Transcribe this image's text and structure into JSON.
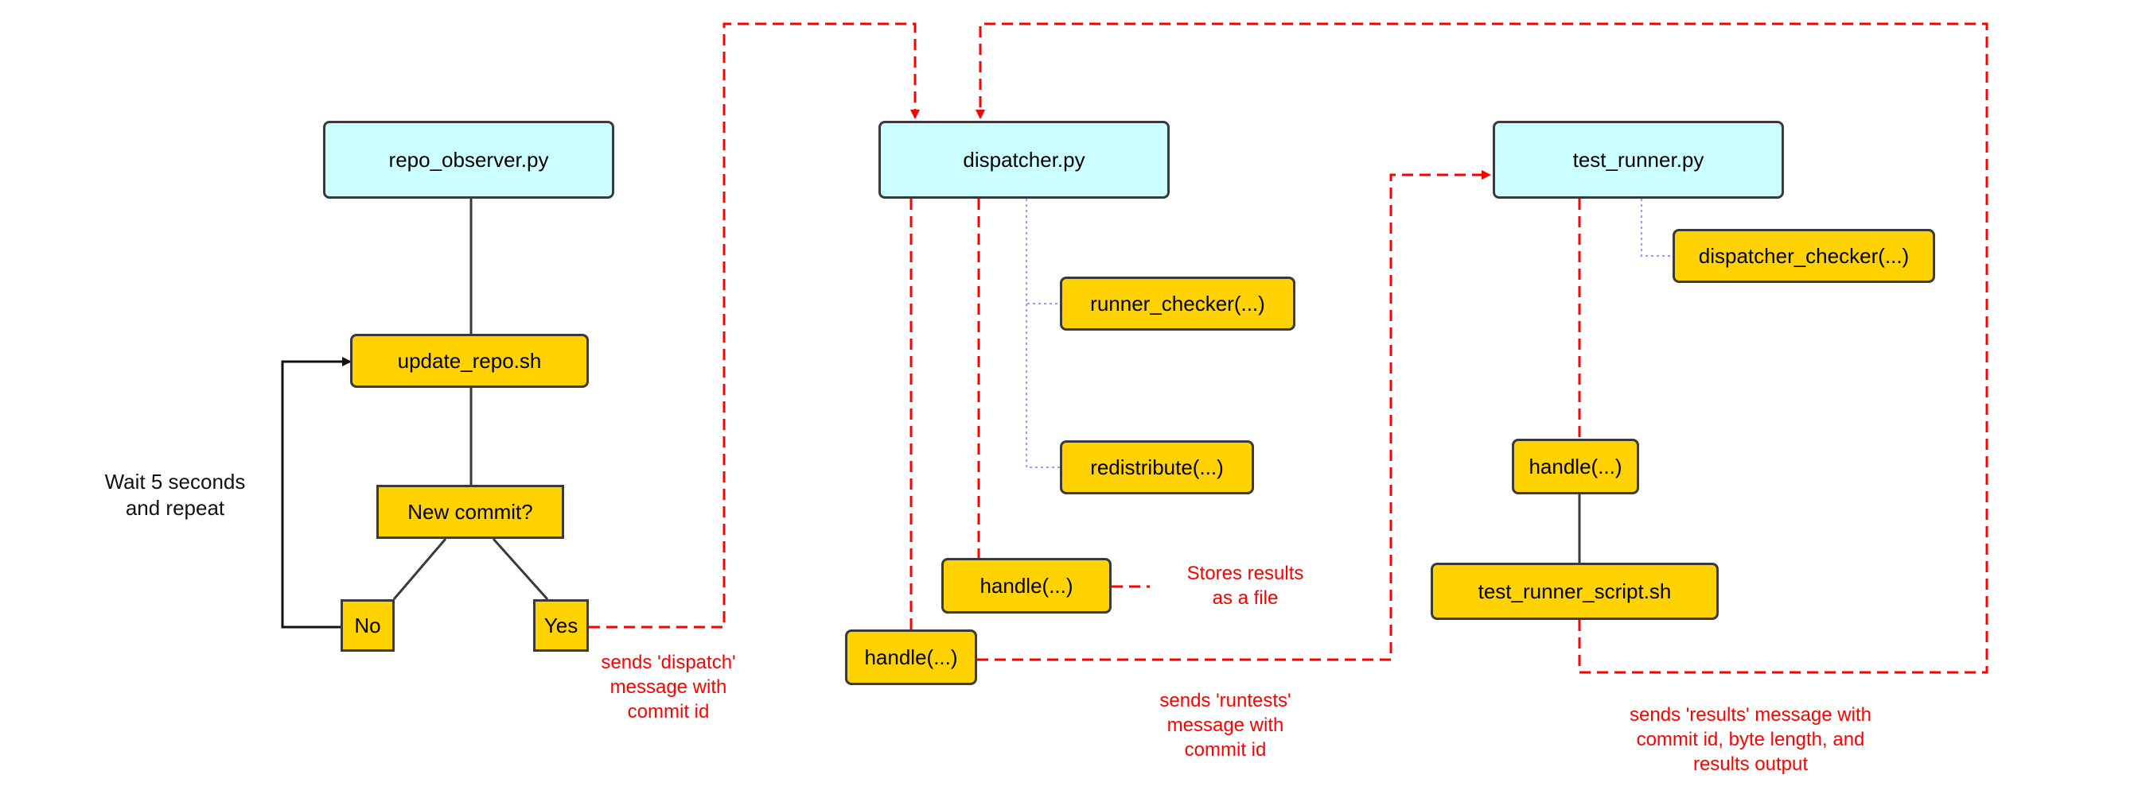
{
  "nodes": {
    "repo_observer": "repo_observer.py",
    "dispatcher": "dispatcher.py",
    "test_runner": "test_runner.py",
    "update_repo": "update_repo.sh",
    "new_commit": "New commit?",
    "no": "No",
    "yes": "Yes",
    "runner_checker": "runner_checker(...)",
    "redistribute": "redistribute(...)",
    "dispatcher_handle_results": "handle(...)",
    "dispatcher_handle_dispatch": "handle(...)",
    "dispatcher_checker": "dispatcher_checker(...)",
    "test_runner_handle": "handle(...)",
    "test_runner_script": "test_runner_script.sh"
  },
  "notes": {
    "wait": "Wait 5 seconds\nand repeat",
    "stores_results": "Stores results\nas a file",
    "sends_dispatch": "sends 'dispatch'\nmessage with\ncommit id",
    "sends_runtests": "sends 'runtests'\nmessage with\ncommit id",
    "sends_results": "sends 'results' message with\ncommit id, byte length, and\nresults output"
  },
  "colors": {
    "module_fill": "#ccffff",
    "function_fill": "#ffd200",
    "message_arrow": "#ff0000",
    "call_line": "#3a3a3a",
    "dotted_link": "#9999ff"
  }
}
